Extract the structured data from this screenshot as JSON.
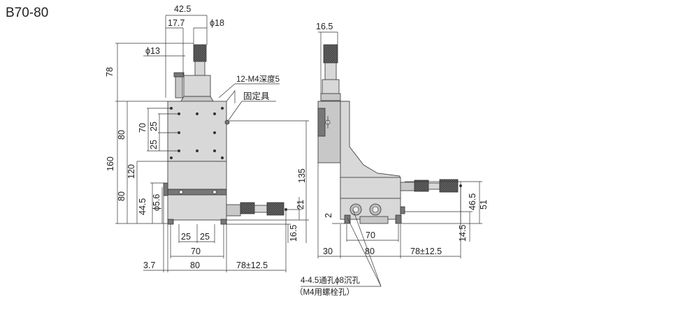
{
  "title": "B70-80",
  "labels": {
    "w42_5": "42.5",
    "w17_7": "17.7",
    "phi18": "ϕ18",
    "phi13": "ϕ13",
    "h78": "78",
    "m4": "12-M4深度5",
    "fixture": "固定具",
    "h80a": "80",
    "h70": "70",
    "h25a": "25",
    "h25b": "25",
    "h160": "160",
    "h120": "120",
    "h80b": "80",
    "h44_5": "44.5",
    "phi5_6": "ϕ5.6",
    "w25a": "25",
    "w25b": "25",
    "w70": "70",
    "w3_7": "3.7",
    "w80": "80",
    "w78pm": "78±12.5",
    "h135": "135",
    "h21": "21",
    "h16_5": "16.5",
    "s16_5": "16.5",
    "s2": "2",
    "s70": "70",
    "s30": "30",
    "s80": "80",
    "s78pm": "78±12.5",
    "s46_5": "46.5",
    "s51": "51",
    "s14_5": "14.5",
    "hole_note1": "4-4.5通孔ϕ8沉孔",
    "hole_note2": "（M4用螺栓孔）"
  },
  "colors": {
    "body": "#d8d8d8",
    "line": "#333333",
    "knurl": "#555555"
  },
  "diagram_data": {
    "nodes": [
      "front-view",
      "side-view"
    ],
    "edges": []
  }
}
